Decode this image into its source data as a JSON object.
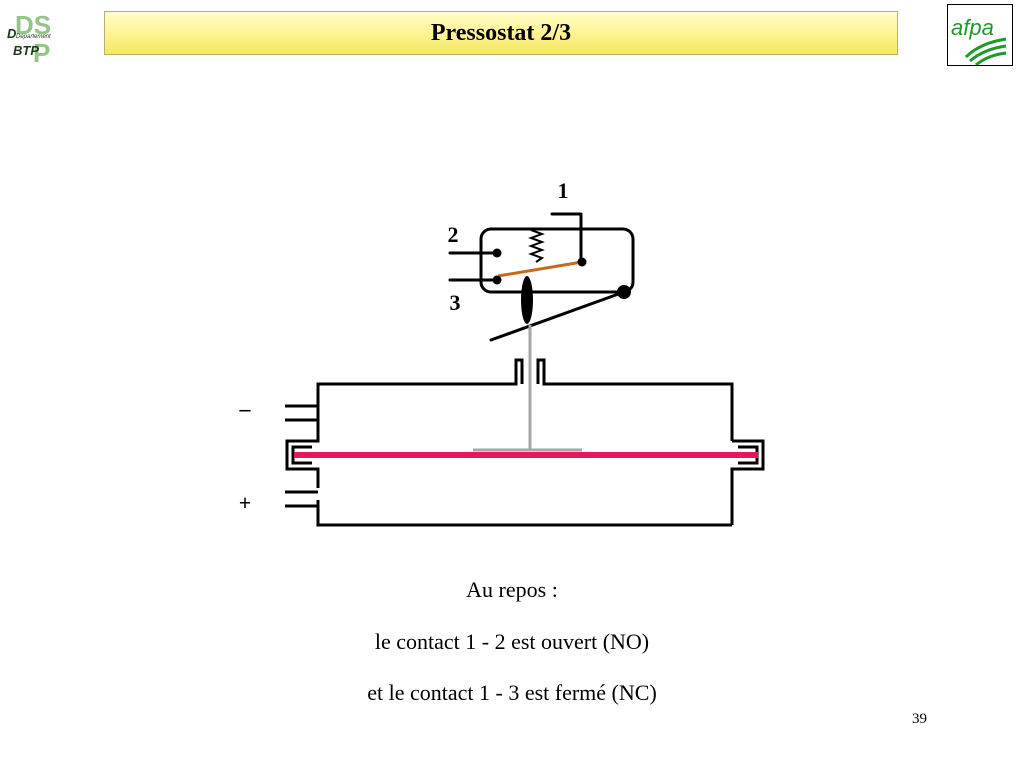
{
  "header": {
    "title": "Pressostat 2/3",
    "logo_left": {
      "text_line1": "Département",
      "text_line2": "BTP",
      "letters": "DSP",
      "color": "#4a9a3c"
    },
    "logo_right": {
      "text": "afpa",
      "color": "#1f9a2a"
    }
  },
  "diagram": {
    "labels": {
      "terminal_1": "1",
      "terminal_2": "2",
      "terminal_3": "3",
      "minus": "–",
      "plus": "+"
    },
    "colors": {
      "membrane": "#e6165f",
      "contact_blade": "#c56a1a",
      "push_rod": "#a6a6a6",
      "lines": "#000000"
    }
  },
  "caption": {
    "line1": "Au repos :",
    "line2": "le contact 1 - 2 est ouvert (NO)",
    "line3": "et le contact 1 - 3 est fermé (NC)"
  },
  "page_number": "39"
}
